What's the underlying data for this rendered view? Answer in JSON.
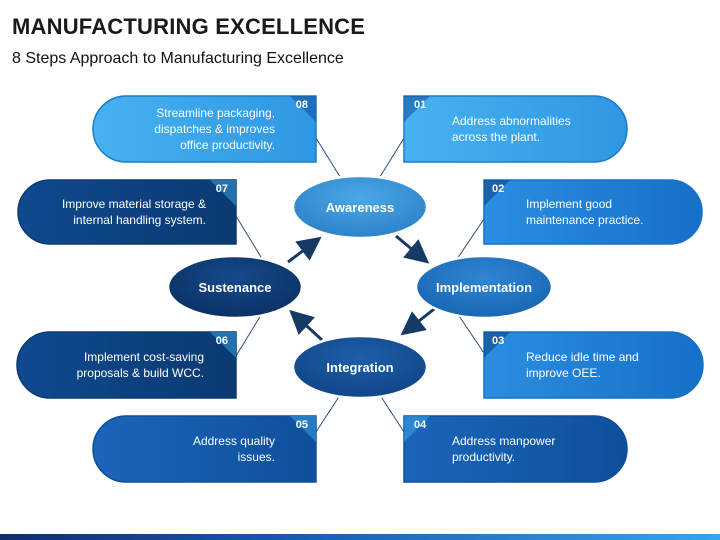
{
  "title": "MANUFACTURING EXCELLENCE",
  "subtitle": "8 Steps Approach to Manufacturing Excellence",
  "colors": {
    "light_blue": "#3da7ea",
    "mid_blue": "#1e7fd6",
    "dark_blue": "#1156a6",
    "navy": "#0b3f7e",
    "connector": "#2a4f7a"
  },
  "nodes": {
    "awareness": "Awareness",
    "implementation": "Implementation",
    "integration": "Integration",
    "sustenance": "Sustenance"
  },
  "steps": [
    {
      "num": "01",
      "text": "Address abnormalities across the plant."
    },
    {
      "num": "02",
      "text": "Implement good maintenance practice."
    },
    {
      "num": "03",
      "text": "Reduce idle time and improve OEE."
    },
    {
      "num": "04",
      "text": "Address manpower productivity."
    },
    {
      "num": "05",
      "text": "Address quality issues."
    },
    {
      "num": "06",
      "text": "Implement cost-saving proposals & build WCC."
    },
    {
      "num": "07",
      "text": "Improve material storage & internal handling system."
    },
    {
      "num": "08",
      "text": "Streamline packaging, dispatches & improves office productivity."
    }
  ]
}
